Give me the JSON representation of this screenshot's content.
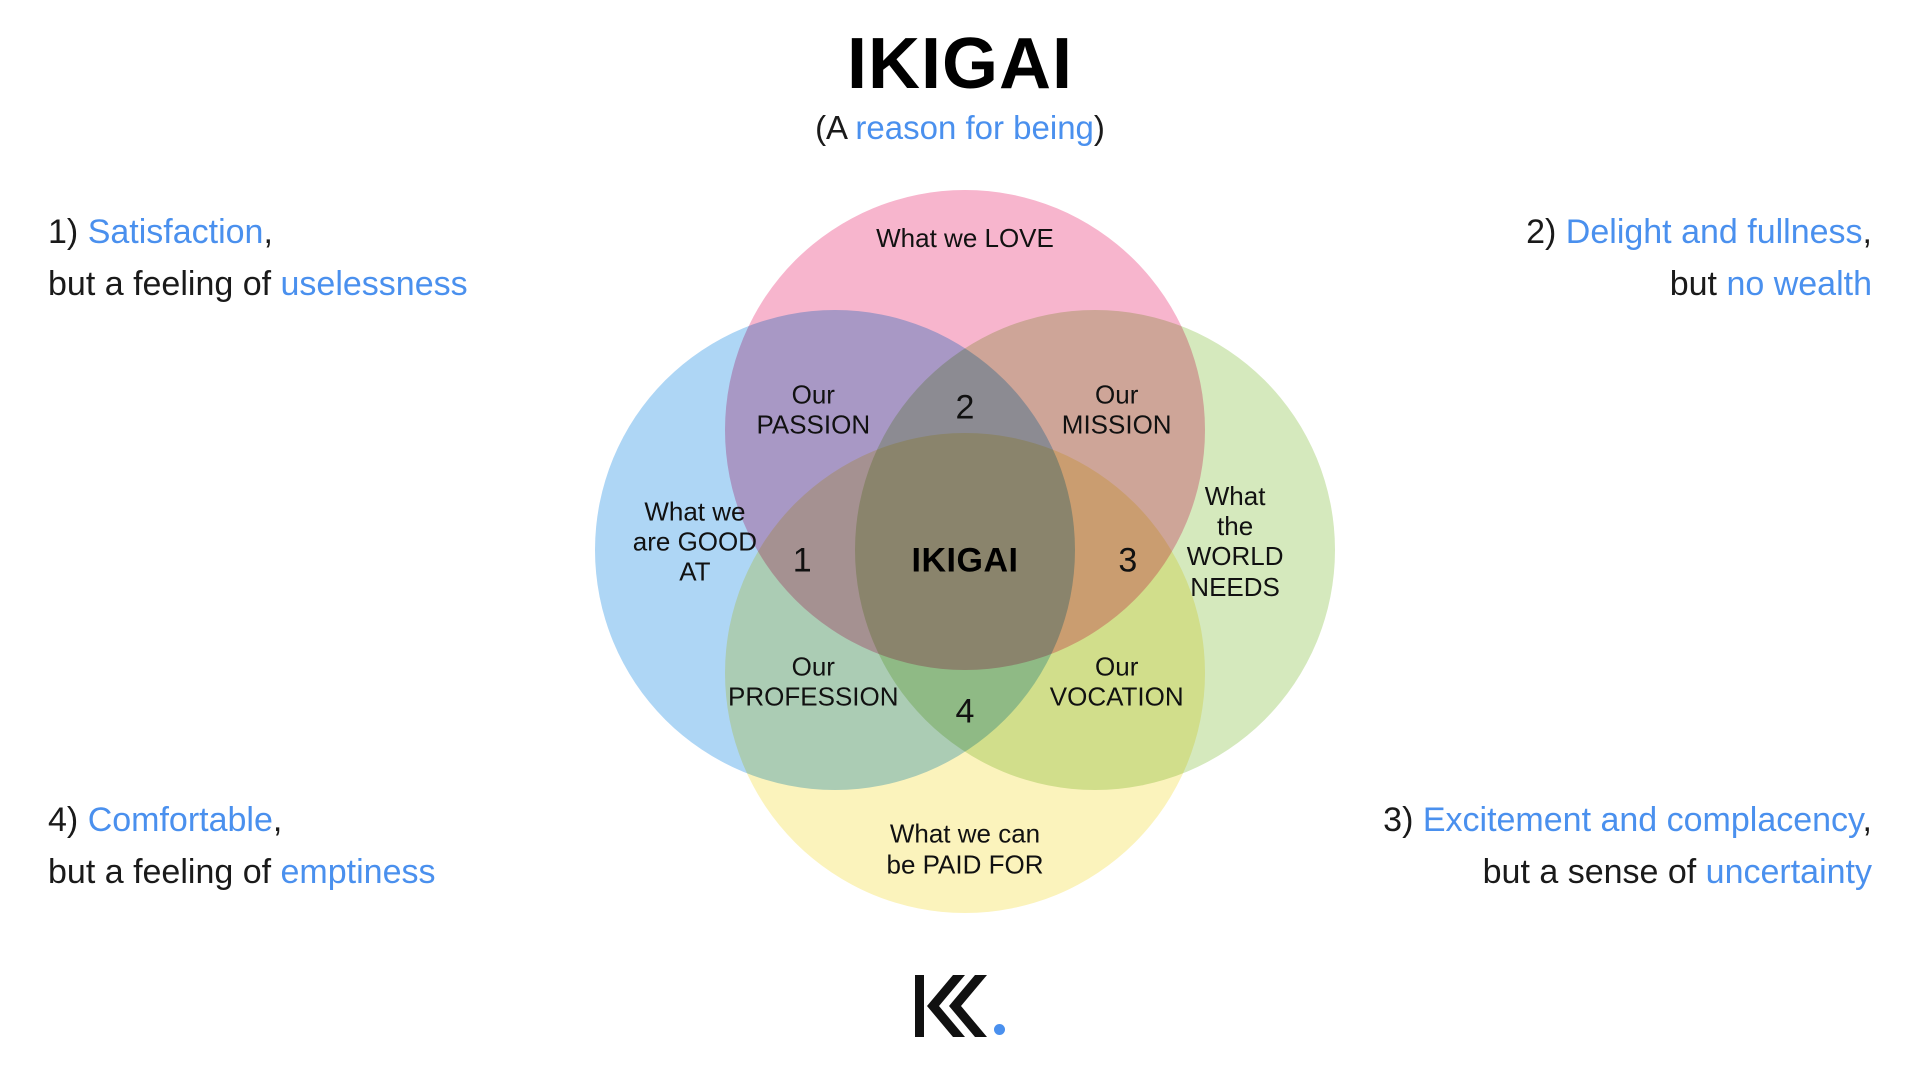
{
  "header": {
    "title": "IKIGAI",
    "subtitle_prefix": "(A ",
    "subtitle_accent": "reason for being",
    "subtitle_suffix": ")"
  },
  "corners": [
    {
      "id": "corner-1",
      "number": "1)",
      "line1_accent": "Satisfaction",
      "line1_suffix": ",",
      "line2_prefix": "but a feeling of ",
      "line2_accent": "uselessness",
      "align": "left"
    },
    {
      "id": "corner-2",
      "number": "2)",
      "line1_accent": "Delight and fullness",
      "line1_suffix": ",",
      "line2_prefix": "but ",
      "line2_accent": "no wealth",
      "align": "right"
    },
    {
      "id": "corner-3",
      "number": "3)",
      "line1_accent": "Excitement and complacency",
      "line1_suffix": ",",
      "line2_prefix": "but a sense of ",
      "line2_accent": "uncertainty",
      "align": "right"
    },
    {
      "id": "corner-4",
      "number": "4)",
      "line1_accent": "Comfortable",
      "line1_suffix": ",",
      "line2_prefix": "but a feeling of ",
      "line2_accent": "emptiness",
      "align": "left"
    }
  ],
  "venn": {
    "circles": [
      {
        "name": "love",
        "label": "What we LOVE",
        "color": "#F7B5CD"
      },
      {
        "name": "good-at",
        "label": "What we\nare GOOD\nAT",
        "color": "#AED6F5"
      },
      {
        "name": "world",
        "label": "What\nthe WORLD\nNEEDS",
        "color": "#D5E9BD"
      },
      {
        "name": "paid-for",
        "label": "What we can\nbe PAID FOR",
        "color": "#FBF3BC"
      }
    ],
    "intersections": [
      {
        "name": "passion",
        "label": "Our\nPASSION"
      },
      {
        "name": "mission",
        "label": "Our\nMISSION"
      },
      {
        "name": "profession",
        "label": "Our\nPROFESSION"
      },
      {
        "name": "vocation",
        "label": "Our\nVOCATION"
      }
    ],
    "markers": [
      {
        "name": "marker-1",
        "label": "1"
      },
      {
        "name": "marker-2",
        "label": "2"
      },
      {
        "name": "marker-3",
        "label": "3"
      },
      {
        "name": "marker-4",
        "label": "4"
      }
    ],
    "center_label": "IKIGAI"
  },
  "logo": {
    "mark": "KK",
    "dot_color": "#4a90ee"
  },
  "colors": {
    "accent_blue": "#4a90ee",
    "text": "#1a1a1a",
    "background": "#ffffff"
  }
}
